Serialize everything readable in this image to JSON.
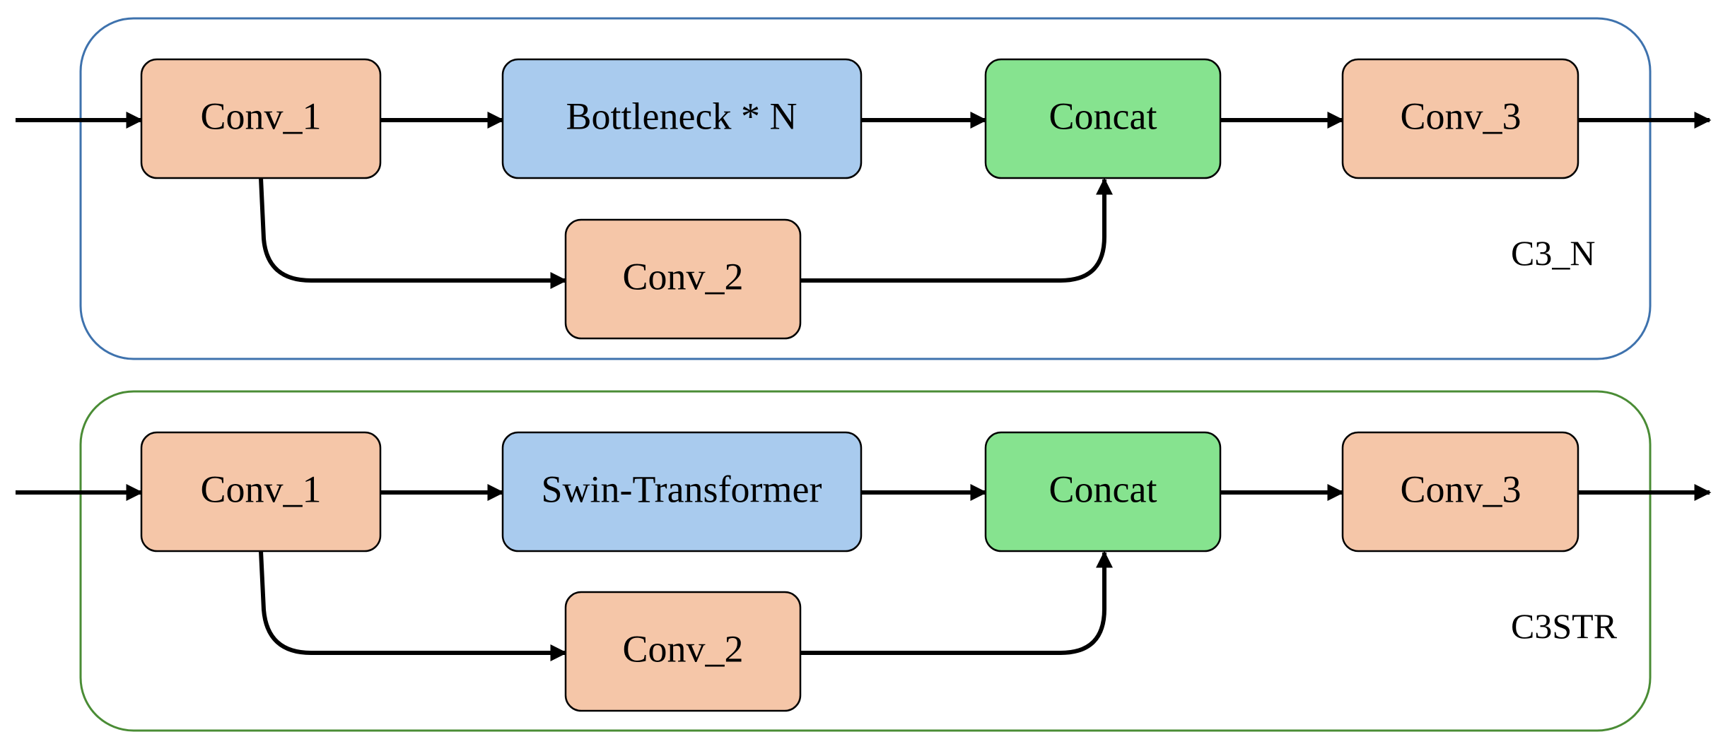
{
  "colors": {
    "conv": "#f5c6a8",
    "middle": "#a9cbee",
    "concat": "#86e38f",
    "panel_top_border": "#3e72ad",
    "panel_bottom_border": "#4a8c35"
  },
  "panels": [
    {
      "label": "C3_N",
      "nodes": {
        "conv1": "Conv_1",
        "middle": "Bottleneck * N",
        "concat": "Concat",
        "conv3": "Conv_3",
        "conv2": "Conv_2"
      }
    },
    {
      "label": "C3STR",
      "nodes": {
        "conv1": "Conv_1",
        "middle": "Swin-Transformer",
        "concat": "Concat",
        "conv3": "Conv_3",
        "conv2": "Conv_2"
      }
    }
  ]
}
